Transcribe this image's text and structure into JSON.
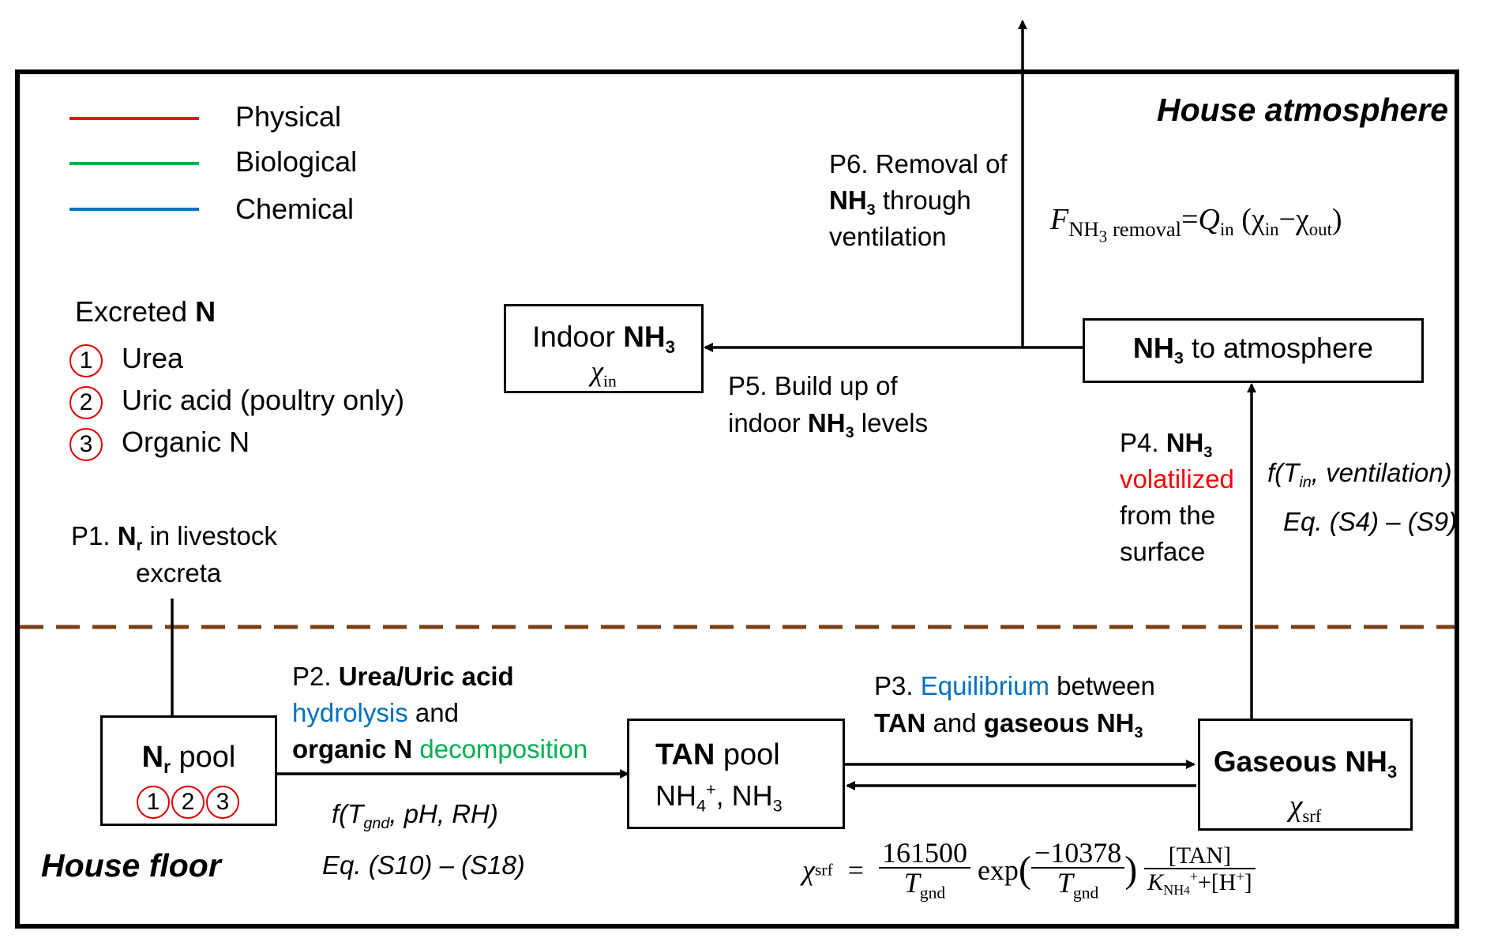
{
  "legend": [
    {
      "label": "Physical",
      "color": "#ff0000"
    },
    {
      "label": "Biological",
      "color": "#00b050"
    },
    {
      "label": "Chemical",
      "color": "#0070c0"
    }
  ],
  "regions": {
    "atmosphere": "House atmosphere",
    "floor": "House floor"
  },
  "excreted": {
    "title_prefix": "Excreted",
    "title_bold": "N",
    "items": [
      {
        "num": "1",
        "label": "Urea"
      },
      {
        "num": "2",
        "label": "Uric acid (poultry only)"
      },
      {
        "num": "3",
        "label": "Organic N"
      }
    ]
  },
  "p1": {
    "prefix": "P1.",
    "bold": "N",
    "bold_sub": "r",
    "rest": "in livestock",
    "line2": "excreta"
  },
  "p2": {
    "prefix": "P2.",
    "bold1": "Urea/Uric acid",
    "blue": "hydrolysis",
    "and": "and",
    "bold2": "organic N",
    "green": "decomposition",
    "func": "f(T",
    "func_sub": "gnd",
    "func_rest": ", pH, RH)",
    "eq": "Eq. (S10) – (S18)"
  },
  "p3": {
    "prefix": "P3.",
    "blue": "Equilibrium",
    "between": "between",
    "bold1": "TAN",
    "and": "and",
    "bold2": "gaseous NH",
    "bold2_sub": "3"
  },
  "p4": {
    "prefix": "P4.",
    "bold": "NH",
    "bold_sub": "3",
    "red": "volatilized",
    "line3": "from the",
    "line4": "surface",
    "func": "f(T",
    "func_sub": "in",
    "func_rest": ", ventilation)",
    "eq": "Eq. (S4) – (S9)"
  },
  "p5": {
    "line1": "P5. Build up of",
    "line2_pre": "indoor",
    "bold": "NH",
    "bold_sub": "3",
    "line2_post": "levels"
  },
  "p6": {
    "line1": "P6. Removal of",
    "bold": "NH",
    "bold_sub": "3",
    "line2_post": "through",
    "line3": "ventilation"
  },
  "boxes": {
    "nr_pool": {
      "bold": "N",
      "bold_sub": "r",
      "rest": "pool",
      "circles": [
        "1",
        "2",
        "3"
      ]
    },
    "tan_pool": {
      "bold": "TAN",
      "rest": "pool",
      "line2": "NH",
      "line2_sub": "4",
      "line2_sup": "+",
      "line2_rest": ", NH",
      "line2_sub2": "3"
    },
    "gaseous": {
      "bold": "Gaseous NH",
      "bold_sub": "3",
      "chi": "χ",
      "chi_sub": "srf"
    },
    "to_atm": {
      "bold": "NH",
      "bold_sub": "3",
      "rest": "to atmosphere"
    },
    "indoor": {
      "pre": "Indoor",
      "bold": "NH",
      "bold_sub": "3",
      "chi": "χ",
      "chi_sub": "in"
    }
  },
  "eq_removal": {
    "F": "F",
    "F_sub": "NH",
    "F_sub2": "3",
    "F_sub3": "removal",
    "eq": "=",
    "Q": "Q",
    "Q_sub": "in",
    "open": "(χ",
    "in": "in",
    "minus": "−χ",
    "out": "out",
    "close": ")"
  },
  "eq_srf": {
    "lhs": "χ",
    "lhs_sub": "srf",
    "equals": "=",
    "num1": "161500",
    "den1": "T",
    "den1_sub": "gnd",
    "exp": "exp",
    "num2": "−10378",
    "den2": "T",
    "den2_sub": "gnd",
    "num3": "[TAN]",
    "den3": "K",
    "den3_sub": "NH",
    "den3_sub2": "4",
    "den3_sup": "+",
    "den3_rest": "+[H",
    "den3_sup2": "+",
    "den3_end": "]"
  }
}
